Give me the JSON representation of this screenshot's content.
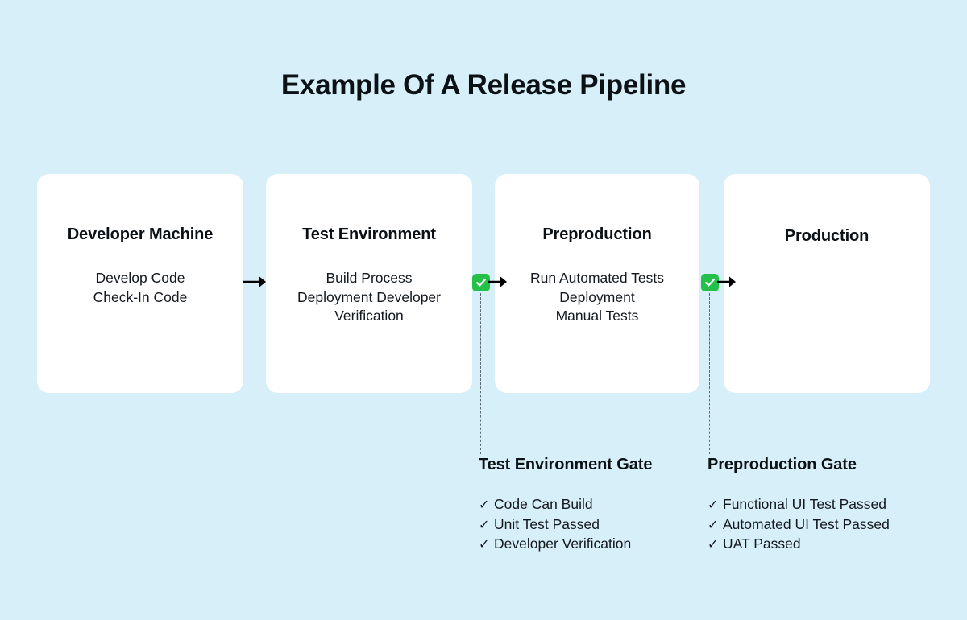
{
  "diagram": {
    "title": "Example Of A Release Pipeline",
    "background_color": "#d7eff8",
    "card_color": "#ffffff",
    "badge_color": "#24c04a",
    "text_color": "#0c1116"
  },
  "stages": [
    {
      "id": "developer-machine",
      "title": "Developer Machine",
      "lines": [
        "Develop Code",
        "Check-In Code"
      ]
    },
    {
      "id": "test-environment",
      "title": "Test Environment",
      "lines": [
        "Build Process",
        "Deployment Developer",
        "Verification"
      ]
    },
    {
      "id": "preproduction",
      "title": "Preproduction",
      "lines": [
        "Run Automated Tests",
        "Deployment",
        "Manual Tests"
      ]
    },
    {
      "id": "production",
      "title": "Production",
      "lines": []
    }
  ],
  "connectors": [
    {
      "id": "arrow-dev-to-test",
      "icon": "arrow-right-icon",
      "has_badge": false
    },
    {
      "id": "arrow-test-to-preprod",
      "icon": "arrow-right-icon",
      "has_badge": true,
      "badge_icon": "check-badge-icon"
    },
    {
      "id": "arrow-preprod-to-prod",
      "icon": "arrow-right-icon",
      "has_badge": true,
      "badge_icon": "check-badge-icon"
    }
  ],
  "gates": [
    {
      "id": "test-environment-gate",
      "title": "Test Environment Gate",
      "check_glyph": "✓",
      "items": [
        "Code Can Build",
        "Unit Test Passed",
        "Developer Verification"
      ]
    },
    {
      "id": "preproduction-gate",
      "title": "Preproduction Gate",
      "check_glyph": "✓",
      "items": [
        "Functional UI Test Passed",
        "Automated UI Test Passed",
        "UAT Passed"
      ]
    }
  ]
}
